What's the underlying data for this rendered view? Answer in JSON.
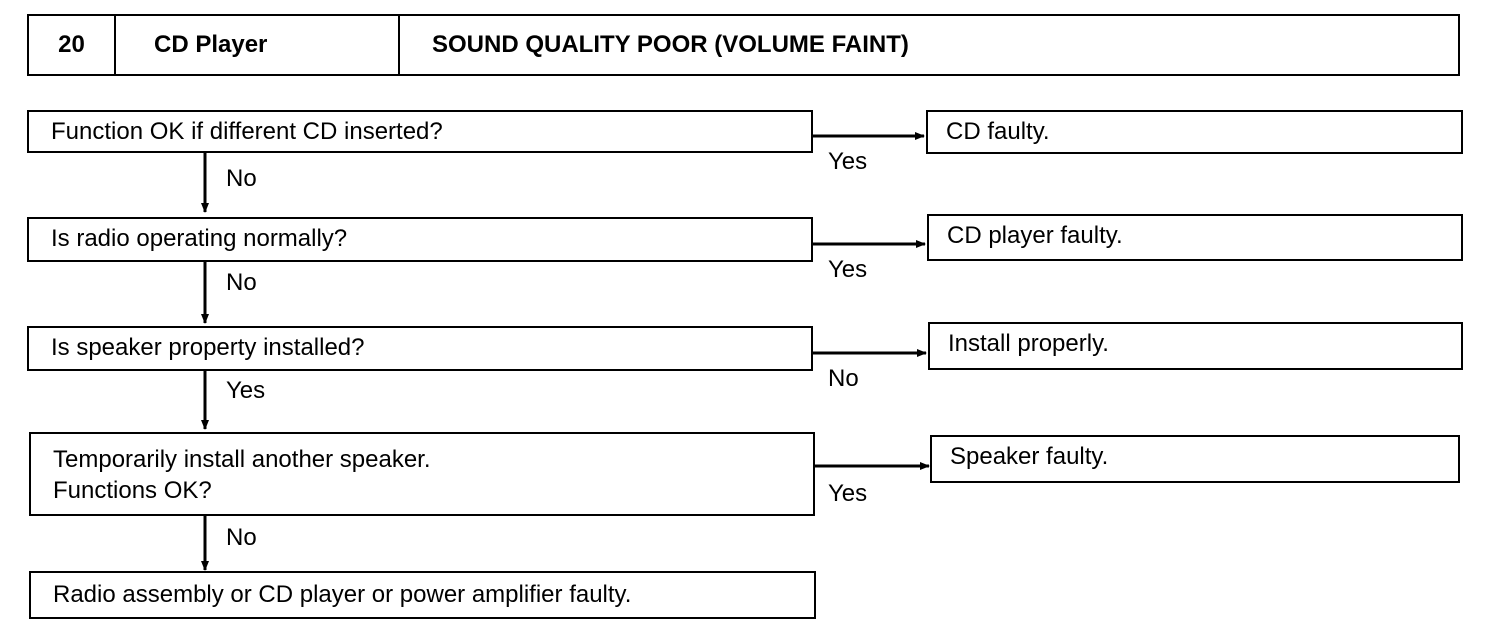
{
  "header": {
    "number": "20",
    "system": "CD Player",
    "symptom": "SOUND QUALITY POOR (VOLUME FAINT)"
  },
  "flow": {
    "q1": "Function OK if different CD inserted?",
    "q2": "Is radio operating normally?",
    "q3": "Is speaker property installed?",
    "q4_line1": "Temporarily install another speaker.",
    "q4_line2": "Functions OK?",
    "final": "Radio assembly or CD player or power amplifier faulty."
  },
  "results": {
    "r1": "CD faulty.",
    "r2": "CD player faulty.",
    "r3": "Install properly.",
    "r4": "Speaker faulty."
  },
  "down_labels": {
    "d1": "No",
    "d2": "No",
    "d3": "Yes",
    "d4": "No"
  },
  "side_labels": {
    "s1": "Yes",
    "s2": "Yes",
    "s3": "No",
    "s4": "Yes"
  }
}
